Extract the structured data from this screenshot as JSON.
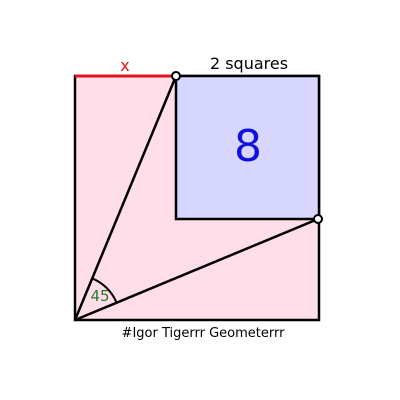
{
  "title": "2 squares",
  "credit": "#Igor Tigerrr Geometerrr",
  "unknown_label": "x",
  "angle_label": "45",
  "inner_square_area": "8",
  "colors": {
    "outer_square_fill": "#ffdde9",
    "inner_square_fill": "#d6d6ff",
    "outline": "#000000",
    "unknown_segment": "#e0141e",
    "angle_label": "#2a7a2a",
    "area_label": "#1010e0",
    "text": "#000000"
  }
}
